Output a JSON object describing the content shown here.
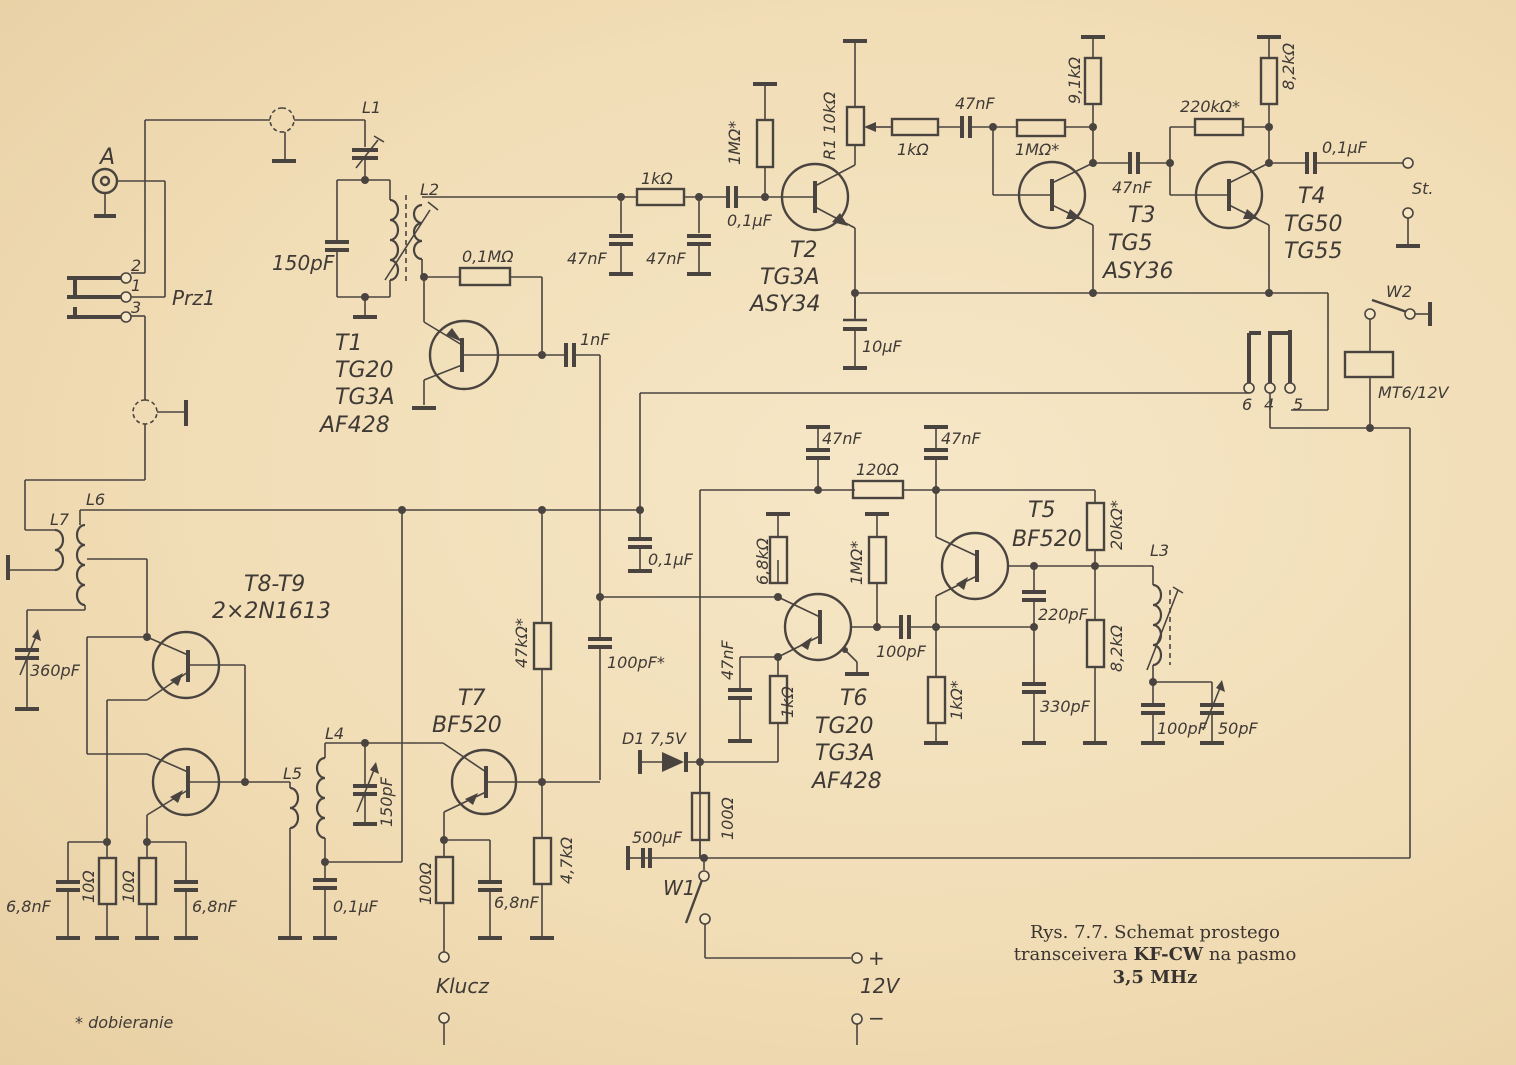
{
  "caption": {
    "line1": "Rys. 7.7. Schemat prostego",
    "line2_prefix": "transceivera ",
    "line2_bold": "KF-CW",
    "line2_suffix": " na pasmo",
    "line3": "3,5 MHz"
  },
  "footnote": "* dobieranie",
  "connectors": {
    "antenna": "A",
    "switch_prz1": "Prz1",
    "prz1_pins": [
      "2",
      "1",
      "3"
    ],
    "st": "St.",
    "key": "Klucz",
    "supply": "12V",
    "plus": "+",
    "minus": "−",
    "w1": "W1",
    "w2": "W2",
    "relay": "MT6/12V",
    "relay_pins": [
      "6",
      "4",
      "5"
    ]
  },
  "inductors": [
    "L1",
    "L2",
    "L3",
    "L4",
    "L5",
    "L6",
    "L7"
  ],
  "transistors": {
    "t1": [
      "T1",
      "TG20",
      "TG3A",
      "AF428"
    ],
    "t2": [
      "T2",
      "TG3A",
      "ASY34"
    ],
    "t3": [
      "T3",
      "TG5",
      "ASY36"
    ],
    "t4": [
      "T4",
      "TG50",
      "TG55"
    ],
    "t5": [
      "T5",
      "BF520"
    ],
    "t6": [
      "T6",
      "TG20",
      "TG3A",
      "AF428"
    ],
    "t7": [
      "T7",
      "BF520"
    ],
    "t8t9": [
      "T8-T9",
      "2×2N1613"
    ]
  },
  "diode": "D1 7,5V",
  "components": {
    "c_150pF_l1": "150pF",
    "r_01M_t1": "0,1MΩ",
    "c_1nF": "1nF",
    "r_1k_filter": "1kΩ",
    "c_47n_a": "47nF",
    "c_47n_b": "47nF",
    "c_01u_t2": "0,1μF",
    "r_1M_t2": "1MΩ*",
    "r1_pot": "R1 10kΩ",
    "r_1k_pot": "1kΩ",
    "c_10u": "10μF",
    "c_47n_t3in": "47nF",
    "r_1M_t3": "1MΩ*",
    "r_91k": "9,1kΩ",
    "c_47n_t3t4": "47nF",
    "r_220k": "220kΩ*",
    "r_82k_t4": "8,2kΩ",
    "c_01u_out": "0,1μF",
    "c_47n_dec1": "47nF",
    "c_47n_dec2": "47nF",
    "r_120": "120Ω",
    "c_01u_mid": "0,1μF",
    "r_68k": "6,8kΩ",
    "r_1M_t6": "1MΩ*",
    "r_20k": "20kΩ*",
    "c_100p_t6": "100pF",
    "c_220p": "220pF",
    "c_330p": "330pF",
    "r_82k_l3": "8,2kΩ",
    "c_100p_l3": "100pF",
    "c_50p": "50pF",
    "c_47n_t6e": "47nF",
    "r_1k_t6e": "1kΩ",
    "r_1k_t5e": "1kΩ*",
    "c_100p_star": "100pF*",
    "r_47k_top": "47kΩ*",
    "r_47k_bot": "4,7kΩ",
    "r_100_t7": "100Ω",
    "c_68n_t7": "6,8nF",
    "c_150p_l4": "150pF",
    "c_01u_l4": "0,1μF",
    "c_360p": "360pF",
    "c_68n_left": "6,8nF",
    "r_10_a": "10Ω",
    "r_10_b": "10Ω",
    "c_68n_right": "6,8nF",
    "r_100_d1": "100Ω",
    "c_500u": "500μF"
  }
}
